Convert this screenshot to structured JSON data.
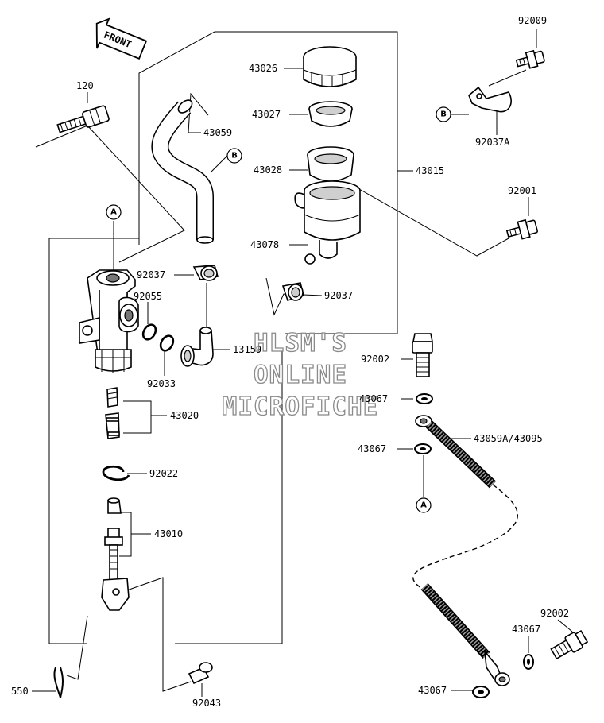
{
  "front_label": "FRONT",
  "watermark": {
    "line1": "HLSM'S",
    "line2": "ONLINE",
    "line3": "MICROFICHE"
  },
  "refs": {
    "a": "A",
    "b": "B"
  },
  "parts": {
    "p120": "120",
    "p43026": "43026",
    "p43027": "43027",
    "p43028": "43028",
    "p43078": "43078",
    "p43015": "43015",
    "p43059": "43059",
    "p92009": "92009",
    "p92037A": "92037A",
    "p92001": "92001",
    "p92037_top": "92037",
    "p92037_mid": "92037",
    "p92055": "92055",
    "p13159": "13159",
    "p92033": "92033",
    "p92002_top": "92002",
    "p43067_1": "43067",
    "p43059A": "43059A/43095",
    "p43067_2": "43067",
    "p43020": "43020",
    "p92022": "92022",
    "p43010": "43010",
    "p92002_bot": "92002",
    "p43067_3": "43067",
    "p43067_4": "43067",
    "p550": "550",
    "p92043": "92043"
  }
}
